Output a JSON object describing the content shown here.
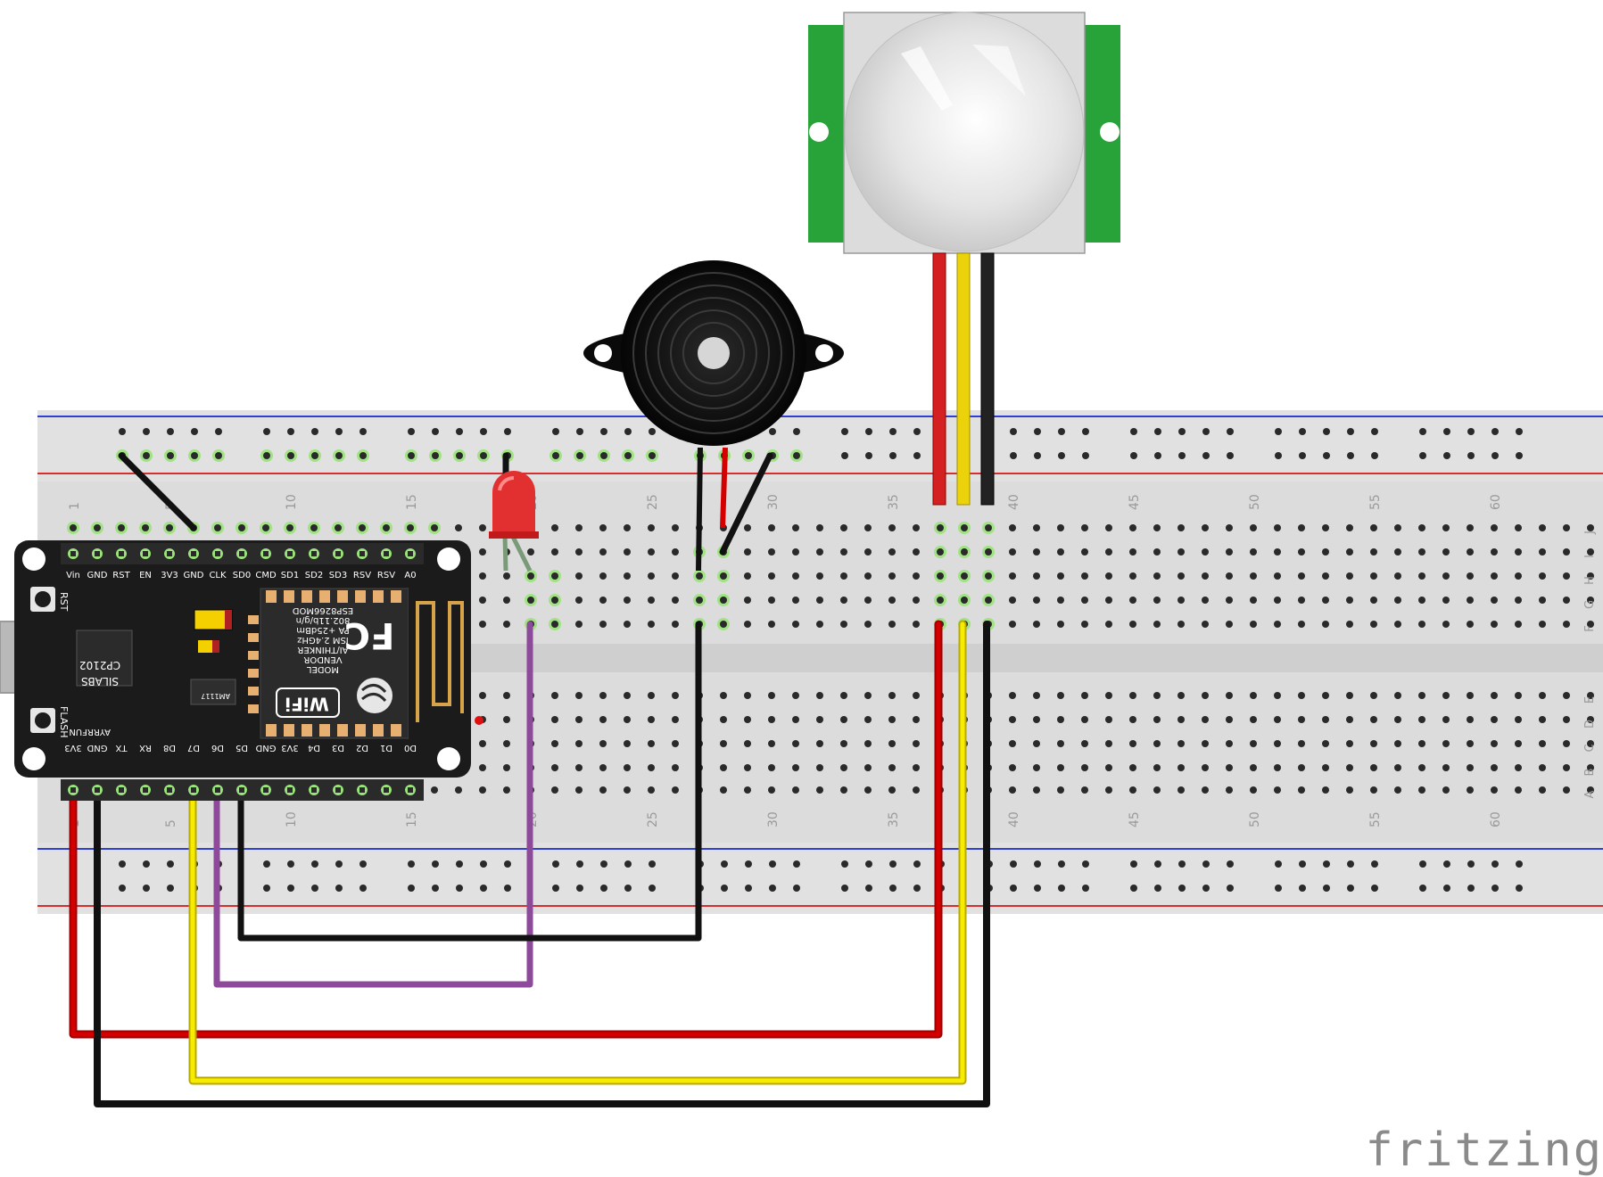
{
  "breadboard": {
    "column_numbers": [
      "1",
      "5",
      "10",
      "15",
      "20",
      "25",
      "30",
      "35",
      "40",
      "45",
      "50",
      "55",
      "60"
    ],
    "row_letters_top": [
      "J",
      "I",
      "H",
      "G",
      "F"
    ],
    "row_letters_bottom": [
      "E",
      "D",
      "C",
      "B",
      "A"
    ]
  },
  "nodemcu": {
    "top_pins": [
      "Vin",
      "GND",
      "RST",
      "EN",
      "3V3",
      "GND",
      "CLK",
      "SD0",
      "CMD",
      "SD1",
      "SD2",
      "SD3",
      "RSV",
      "RSV",
      "A0"
    ],
    "bottom_pins": [
      "3V3",
      "GND",
      "TX",
      "RX",
      "D8",
      "D7",
      "D6",
      "D5",
      "GND",
      "3V3",
      "D4",
      "D3",
      "D2",
      "D1",
      "D0"
    ],
    "rst_label": "RST",
    "flash_label": "FLASH",
    "chip_lines": [
      "SILABS",
      "CP2102"
    ],
    "maker_label": "AYRRFUN",
    "regulator_label": "AM1117",
    "module_lines": [
      "MODEL",
      "VENDOR",
      "AI/THINKER",
      "ISM 2.4GHz",
      "PA +25dBm",
      "802.11b/g/n",
      "ESP8266MOD"
    ],
    "cert_label": "FC",
    "wifi_label": "WiFi"
  },
  "logo": "fritzing",
  "colors": {
    "wire_red": "#c00000",
    "wire_black": "#111111",
    "wire_yellow": "#f2e600",
    "wire_purple": "#8e4a9a",
    "board_green": "#2aa83c",
    "breadboard": "#dedede"
  }
}
